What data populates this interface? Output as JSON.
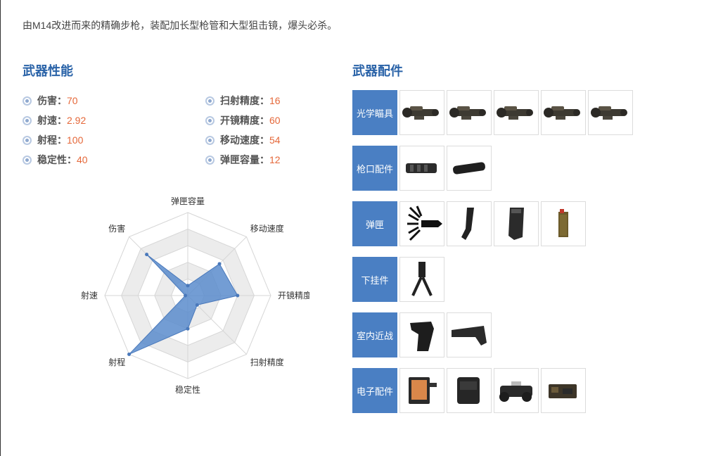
{
  "description": "由M14改进而来的精确步枪，装配加长型枪管和大型狙击镜，爆头必杀。",
  "performance": {
    "title": "武器性能",
    "stats_left": [
      {
        "label": "伤害",
        "value": "70"
      },
      {
        "label": "射速",
        "value": "2.92"
      },
      {
        "label": "射程",
        "value": "100"
      },
      {
        "label": "稳定性",
        "value": "40"
      }
    ],
    "stats_right": [
      {
        "label": "扫射精度",
        "value": "16"
      },
      {
        "label": "开镜精度",
        "value": "60"
      },
      {
        "label": "移动速度",
        "value": "54"
      },
      {
        "label": "弹匣容量",
        "value": "12"
      }
    ],
    "colon": "："
  },
  "chart_data": {
    "type": "radar",
    "axes": [
      "弹匣容量",
      "移动速度",
      "开镜精度",
      "扫射精度",
      "稳定性",
      "射程",
      "射速",
      "伤害"
    ],
    "values": [
      12,
      54,
      60,
      16,
      40,
      100,
      2.92,
      70
    ],
    "max": 100,
    "rings": 5,
    "fill_color": "#5b8ccd",
    "grid_band_color": "#ececec"
  },
  "accessories": {
    "title": "武器配件",
    "categories": [
      {
        "label": "光学瞄具",
        "count": 5,
        "icons": [
          "scope-icon",
          "scope-icon",
          "scope-icon",
          "scope-icon",
          "scope-icon"
        ]
      },
      {
        "label": "枪口配件",
        "count": 2,
        "icons": [
          "muzzle-brake-icon",
          "silencer-icon"
        ]
      },
      {
        "label": "弹匣",
        "count": 4,
        "icons": [
          "burst-magazine-icon",
          "curved-magazine-icon",
          "box-magazine-icon",
          "dual-magazine-icon"
        ]
      },
      {
        "label": "下挂件",
        "count": 1,
        "icons": [
          "bipod-icon"
        ]
      },
      {
        "label": "室内近战",
        "count": 2,
        "icons": [
          "grip-icon",
          "stock-icon"
        ]
      },
      {
        "label": "电子配件",
        "count": 4,
        "icons": [
          "tablet-device-icon",
          "backpack-device-icon",
          "night-vision-icon",
          "radio-device-icon"
        ]
      }
    ]
  }
}
